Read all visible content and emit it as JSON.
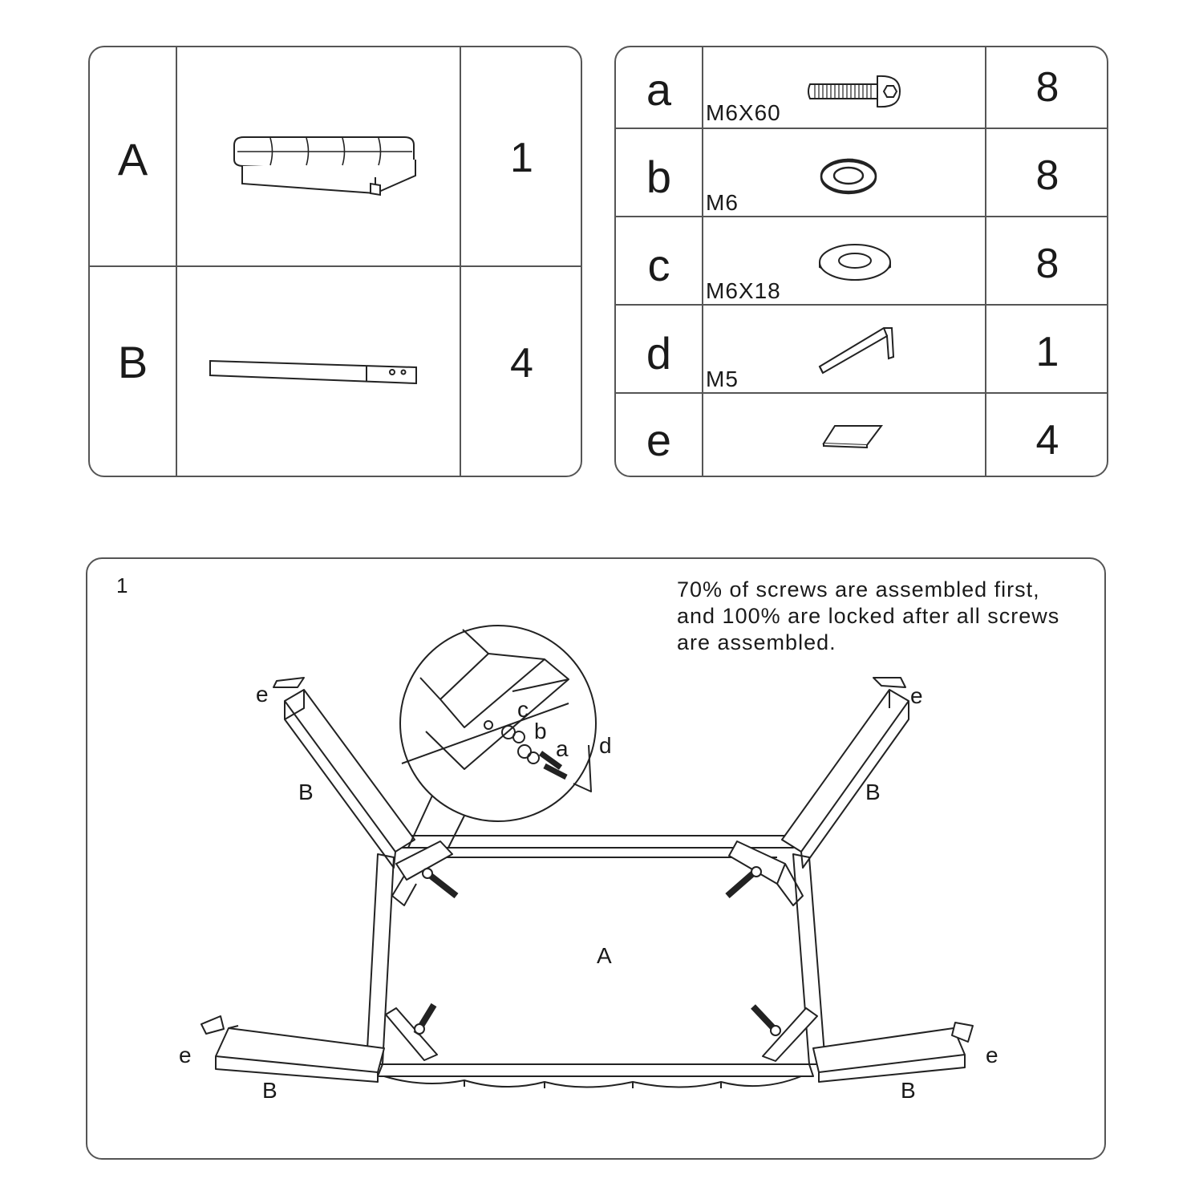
{
  "parts": [
    {
      "letter": "A",
      "qty": "1",
      "icon": "sofa-seat-icon"
    },
    {
      "letter": "B",
      "qty": "4",
      "icon": "leg-bar-icon"
    }
  ],
  "hardware": [
    {
      "letter": "a",
      "spec": "M6X60",
      "qty": "8",
      "icon": "bolt-icon"
    },
    {
      "letter": "b",
      "spec": "M6",
      "qty": "8",
      "icon": "spring-washer-icon"
    },
    {
      "letter": "c",
      "spec": "M6X18",
      "qty": "8",
      "icon": "flat-washer-icon"
    },
    {
      "letter": "d",
      "spec": "M5",
      "qty": "1",
      "icon": "allen-key-icon"
    },
    {
      "letter": "e",
      "spec": "",
      "qty": "4",
      "icon": "felt-pad-icon"
    }
  ],
  "step": {
    "number": "1",
    "note_lines": [
      "70% of screws are assembled first,",
      "and 100% are locked after all screws",
      "are assembled."
    ],
    "labels": {
      "seat": "A",
      "leg": "B",
      "pad": "e",
      "bolt": "a",
      "spring_washer": "b",
      "flat_washer": "c",
      "key": "d"
    }
  }
}
